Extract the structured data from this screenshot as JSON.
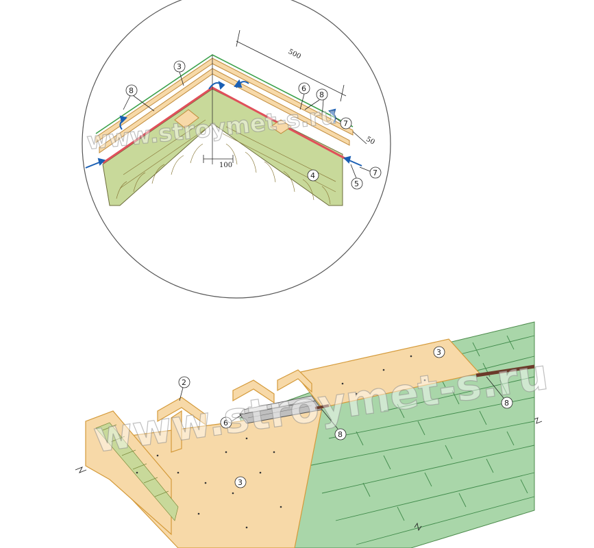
{
  "watermark": "www.stroymet-s.ru",
  "detail": {
    "dimension_ridge_offset": "500",
    "dimension_gap": "50",
    "dimension_overhang": "100",
    "callouts": [
      "3",
      "8",
      "6",
      "8",
      "7",
      "7",
      "4",
      "5"
    ]
  },
  "isometric": {
    "callouts": [
      "2",
      "3",
      "6",
      "8",
      "3",
      "8"
    ]
  },
  "colors": {
    "insulation": "#c8d99a",
    "plywood": "#f7d9a8",
    "shingles": "#a9d6a9",
    "membrane_red": "#e0505a",
    "airflow_blue": "#1a5fb4"
  }
}
